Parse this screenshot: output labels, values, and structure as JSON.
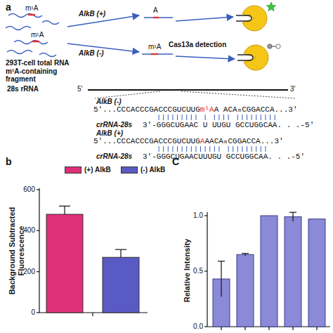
{
  "diagram": {
    "labels": [
      "a",
      "m¹A",
      "m¹A",
      "AlkB (+)",
      "AlkB (-)",
      "A",
      "m¹A",
      "Cas13a detection",
      "293T-cell total RNA m¹A-containing fragment",
      "28s rRNA",
      "5'",
      "3'",
      "AlkB (-)",
      "5'...CCCACCCGACCCGUCUUG",
      "m¹A",
      "A ACAₘCGGACCA...3'",
      "crRNA-28s",
      "3'-GGGCUGAAC U UUGU GCCUGGCAA. . .-5'",
      "AlkB (+)",
      "5'...CCCACCCGACCCGUCUUG",
      "A",
      "AACAₘCGGACCA...3'",
      "crRNA-28s",
      "3'-GGGCUGAACUUUGU GCCUGGCAA. . .-5'",
      "b",
      "Background Subtracted Fluorescence",
      "600",
      "400",
      "200",
      "0",
      "C",
      "Relative Intensity",
      "1.0",
      "0.5",
      "0.0"
    ],
    "legend": [
      {
        "text": "(+) AlkB",
        "color": "#e0307a"
      },
      {
        "text": "(-) AlkB",
        "color": "#5a5ac4"
      }
    ]
  }
}
